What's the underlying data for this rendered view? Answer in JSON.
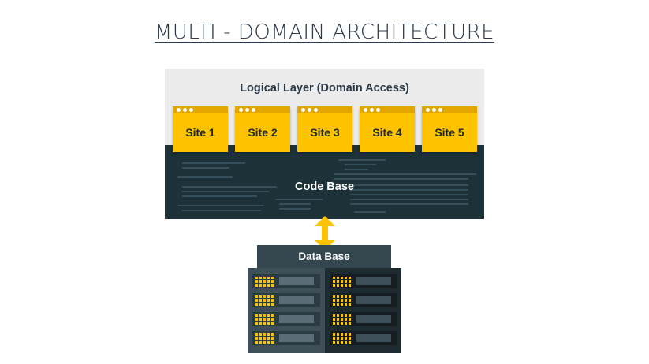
{
  "title": "MULTI - DOMAIN ARCHITECTURE",
  "logical_layer": {
    "label": "Logical Layer (Domain Access)"
  },
  "sites": [
    {
      "label": "Site 1"
    },
    {
      "label": "Site 2"
    },
    {
      "label": "Site 3"
    },
    {
      "label": "Site 4"
    },
    {
      "label": "Site 5"
    }
  ],
  "code_base": {
    "label": "Code Base"
  },
  "data_base": {
    "label": "Data Base"
  },
  "colors": {
    "accent_yellow": "#fdc300",
    "code_background": "#1d3138",
    "logical_background": "#ebebeb",
    "database_label_background": "#34474f"
  },
  "icons": [
    "double-arrow-icon",
    "server-rack-icon",
    "browser-window-icon"
  ]
}
